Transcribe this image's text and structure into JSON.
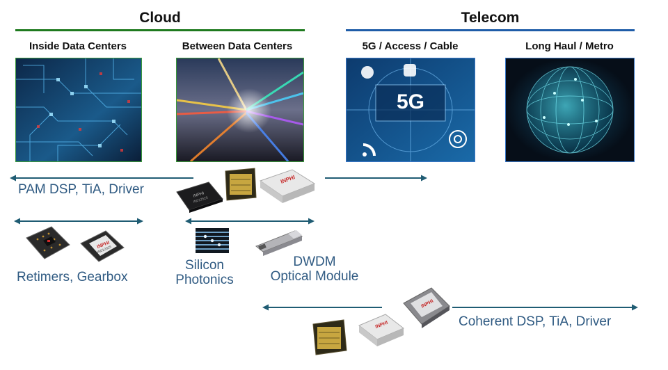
{
  "sections": {
    "cloud": {
      "title": "Cloud",
      "color": "#1e7a1e"
    },
    "telecom": {
      "title": "Telecom",
      "color": "#1e5ca8"
    }
  },
  "columns": [
    {
      "heading": "Inside Data Centers",
      "image": "circuit-board-network-image"
    },
    {
      "heading": "Between Data Centers",
      "image": "light-speed-tunnel-image"
    },
    {
      "heading": "5G / Access / Cable",
      "image": "5g-network-icons-image"
    },
    {
      "heading": "Long Haul / Metro",
      "image": "glowing-globe-network-image"
    }
  ],
  "products": {
    "pam": {
      "label": "PAM DSP, TiA, Driver"
    },
    "retimers": {
      "label": "Retimers, Gearbox"
    },
    "photonics": {
      "line1": "Silicon",
      "line2": "Photonics"
    },
    "dwdm": {
      "line1": "DWDM",
      "line2": "Optical Module"
    },
    "coherent": {
      "label": "Coherent DSP, TiA, Driver"
    }
  },
  "badges": {
    "photo_5g": "5G",
    "chip_brand": "INPHI",
    "chip_part_1": "IN012025",
    "chip_part_2": "IN012525"
  },
  "colors": {
    "arrow": "#1f5c73",
    "label": "#2f5a82"
  }
}
